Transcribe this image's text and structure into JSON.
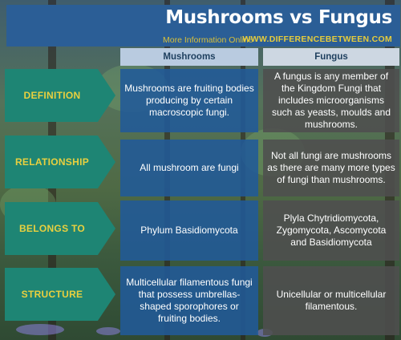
{
  "header": {
    "title": "Mushrooms vs Fungus",
    "more_info": "More Information Online",
    "website": "WWW.DIFFERENCEBETWEEN.COM"
  },
  "columns": {
    "left": "Mushrooms",
    "right": "Fungus"
  },
  "rows": [
    {
      "label": "DEFINITION",
      "mushrooms": "Mushrooms are fruiting bodies producing by certain macroscopic fungi.",
      "fungus": "A fungus is any member of the Kingdom Fungi that includes microorganisms such as yeasts, moulds and mushrooms."
    },
    {
      "label": "RELATIONSHIP",
      "mushrooms": "All mushroom are fungi",
      "fungus": "Not all fungi are mushrooms as there are many more types of fungi than mushrooms."
    },
    {
      "label": "BELONGS TO",
      "mushrooms": "Phylum Basidiomycota",
      "fungus": "Plyla Chytridiomycota, Zygomycota, Ascomycota and Basidiomycota"
    },
    {
      "label": "STRUCTURE",
      "mushrooms": "Multicellular filamentous fungi that possess umbrellas-shaped sporophores or fruiting bodies.",
      "fungus": "Unicellular or multicellular filamentous."
    }
  ]
}
